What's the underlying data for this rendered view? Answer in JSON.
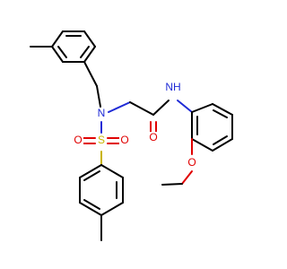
{
  "atoms": {
    "amide_n": {
      "label": "NH",
      "color": "#1f2bd6"
    },
    "sulfonamide_n": {
      "label": "N",
      "color": "#1f2bd6"
    },
    "carbonyl_o": {
      "label": "O",
      "color": "#e00000"
    },
    "sulfonyl_o_left": {
      "label": "O",
      "color": "#e00000"
    },
    "sulfonyl_o_right": {
      "label": "O",
      "color": "#e00000"
    },
    "ether_o": {
      "label": "O",
      "color": "#e00000"
    },
    "sulfur": {
      "label": "S",
      "color": "#c8b400"
    }
  }
}
